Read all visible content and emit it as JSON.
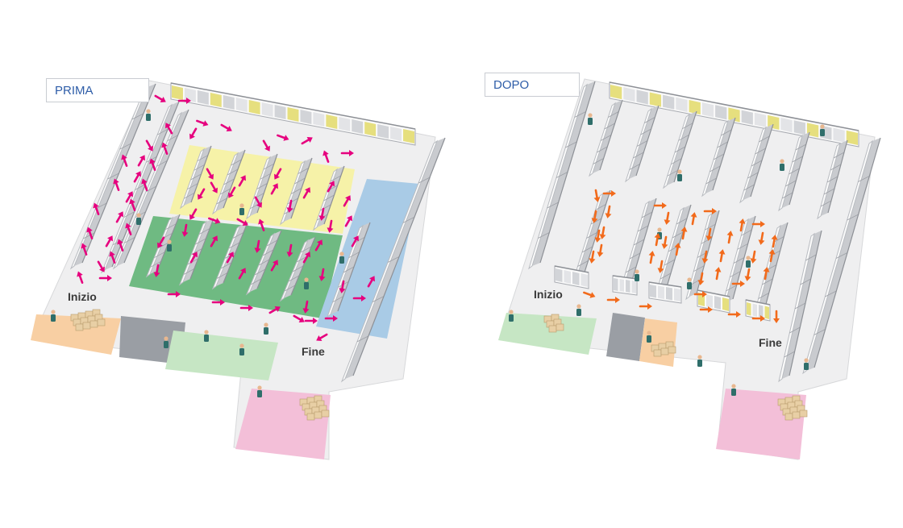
{
  "panels": {
    "before": {
      "label": "PRIMA",
      "start_label": "Inizio",
      "end_label": "Fine"
    },
    "after": {
      "label": "DOPO",
      "start_label": "Inizio",
      "end_label": "Fine"
    }
  },
  "colors": {
    "floor": "#efeff0",
    "floor_edge": "#d7d8da",
    "shelf_front": "#fafafa",
    "shelf_side": "#c9cbcf",
    "shelf_top": "#8d9096",
    "zone_yellow": "#f6f2a8",
    "zone_green": "#6fba82",
    "zone_blue": "#a9cbe6",
    "zone_orange": "#f8cfa3",
    "zone_light_green": "#c6e6c4",
    "zone_pink": "#f3bfd8",
    "zone_dark": "#9a9ea4",
    "arrow_before": "#e6007e",
    "arrow_after": "#f26a1b",
    "label_text": "#2e5da8"
  }
}
